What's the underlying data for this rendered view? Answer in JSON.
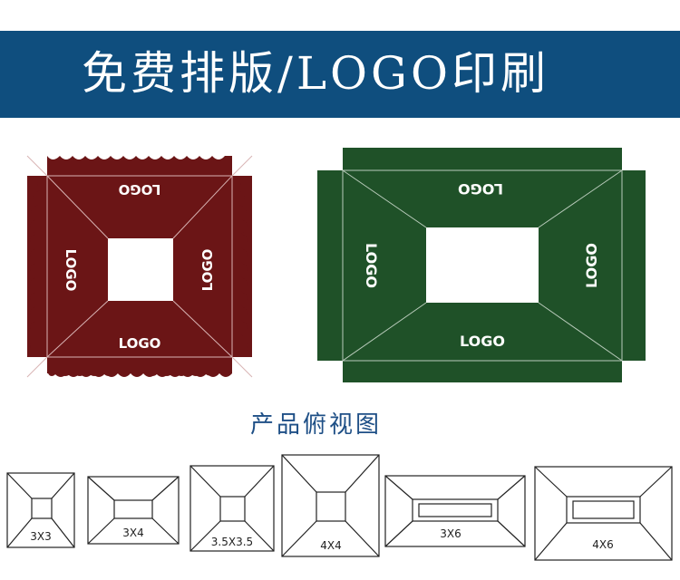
{
  "banner": {
    "title": "免费排版/LOGO印刷",
    "bg_color": "#0f4e7e"
  },
  "maroon_canopy": {
    "color": "#6b1516",
    "logo": "LOGO"
  },
  "green_canopy": {
    "color": "#1f5128",
    "logo": "LOGO"
  },
  "subtitle": "产品俯视图",
  "sizes": [
    "3X3",
    "3X4",
    "3.5X3.5",
    "4X4",
    "3X6",
    "4X6"
  ]
}
